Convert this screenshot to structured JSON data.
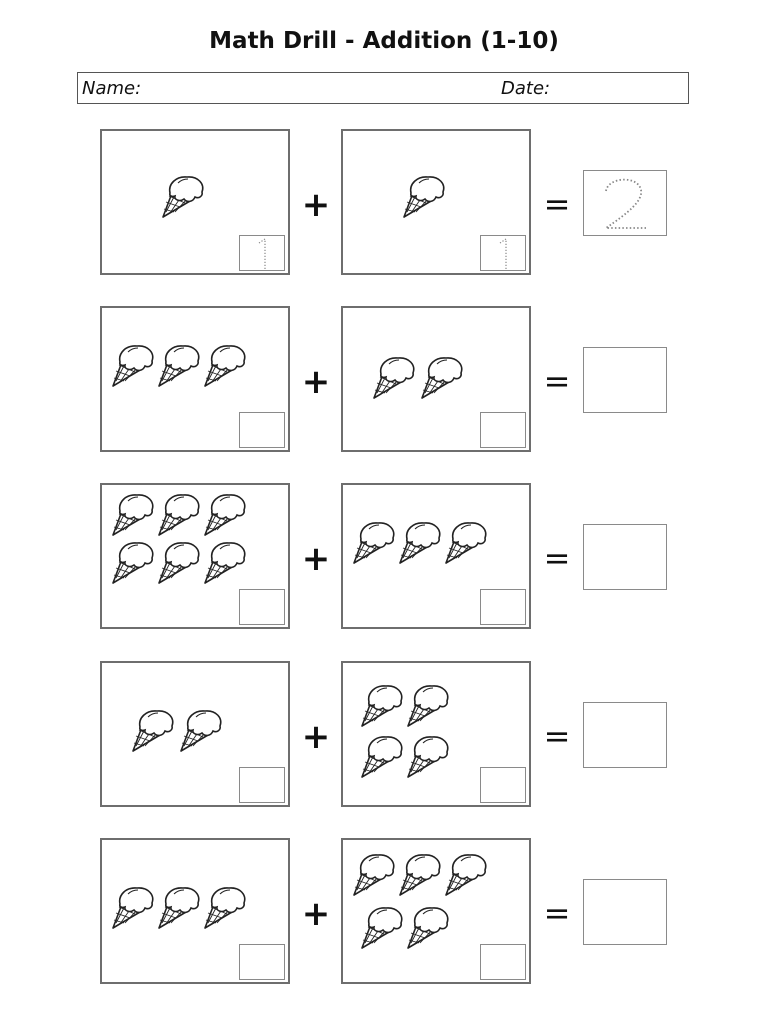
{
  "title": "Math Drill - Addition (1-10)",
  "header": {
    "name_label": "Name:",
    "date_label": "Date:"
  },
  "operators": {
    "plus": "+",
    "equals": "="
  },
  "icon_name": "ice-cream-cone-icon",
  "problems": [
    {
      "left_count": 1,
      "right_count": 1,
      "left_hint": "1",
      "right_hint": "1",
      "answer_hint": "2"
    },
    {
      "left_count": 3,
      "right_count": 2,
      "left_hint": "",
      "right_hint": "",
      "answer_hint": ""
    },
    {
      "left_count": 6,
      "right_count": 3,
      "left_hint": "",
      "right_hint": "",
      "answer_hint": ""
    },
    {
      "left_count": 2,
      "right_count": 4,
      "left_hint": "",
      "right_hint": "",
      "answer_hint": ""
    },
    {
      "left_count": 3,
      "right_count": 5,
      "left_hint": "",
      "right_hint": "",
      "answer_hint": ""
    }
  ],
  "colors": {
    "border": "#6e6e6e",
    "ink": "#111111",
    "tracing": "#888888"
  }
}
